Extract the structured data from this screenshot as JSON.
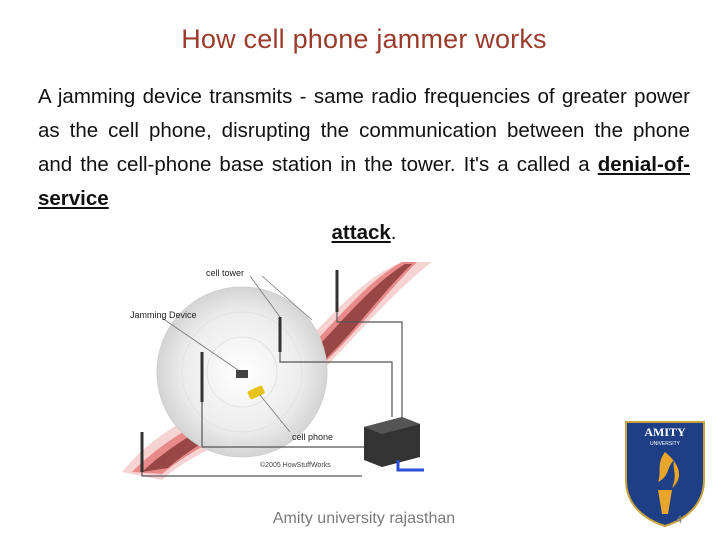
{
  "slide": {
    "title": "How cell phone jammer works",
    "body_part1": "A jamming device transmits - same radio frequencies of greater power as the cell phone, disrupting the communication between the phone and the cell-phone base station in the tower. It's a called a ",
    "body_link1": "denial-of-service",
    "body_link2": "attack",
    "body_end": ".",
    "footer": "Amity university rajasthan",
    "page_number": "4"
  },
  "diagram": {
    "label_tower": "cell tower",
    "label_jammer": "Jamming Device",
    "label_phone": "cell phone",
    "copyright": "©2005 HowStuffWorks"
  },
  "logo": {
    "text_top": "AMITY",
    "text_bottom": "UNIVERSITY"
  }
}
